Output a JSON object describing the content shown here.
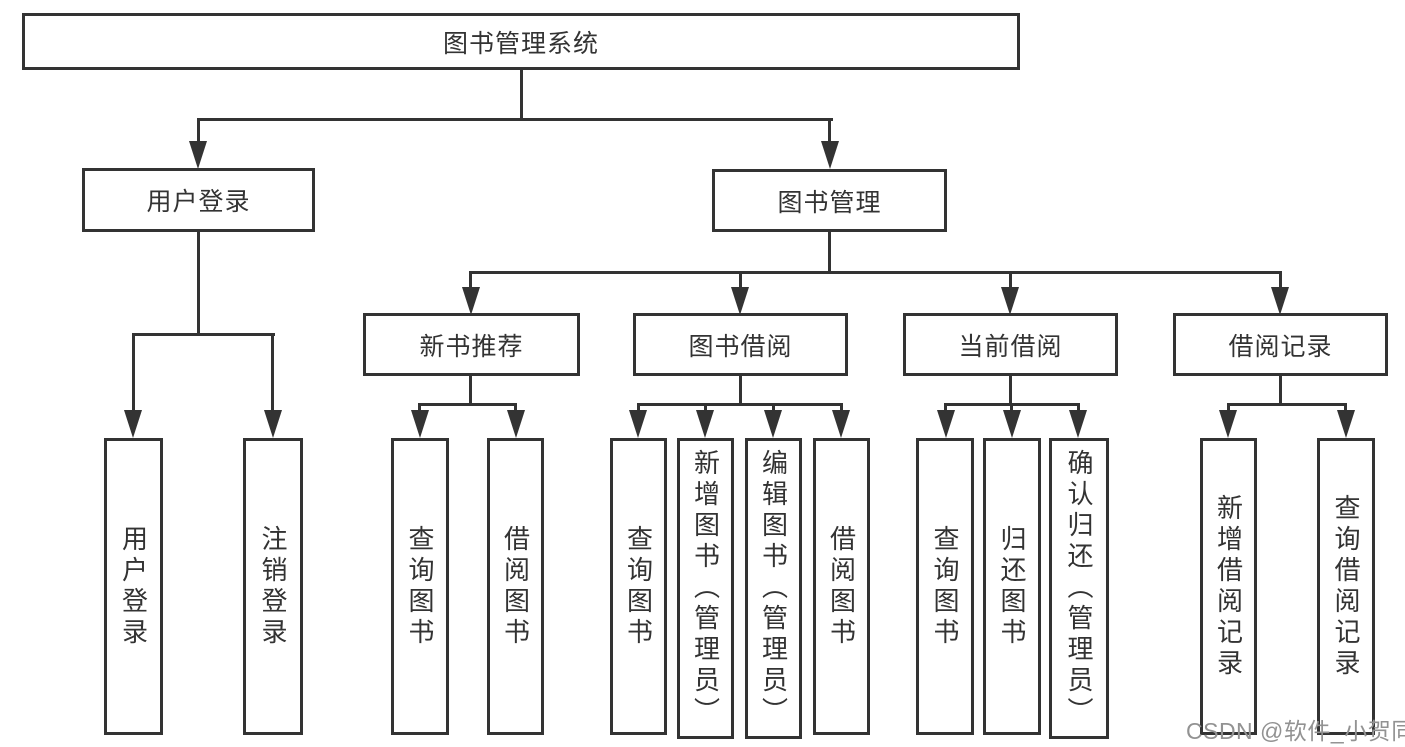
{
  "tree": {
    "root": {
      "label": "图书管理系统"
    },
    "branches": [
      {
        "label": "用户登录",
        "children": [
          {
            "label": "用户登录"
          },
          {
            "label": "注销登录"
          }
        ]
      },
      {
        "label": "图书管理",
        "groups": [
          {
            "label": "新书推荐",
            "children": [
              {
                "label": "查询图书"
              },
              {
                "label": "借阅图书"
              }
            ]
          },
          {
            "label": "图书借阅",
            "children": [
              {
                "label": "查询图书"
              },
              {
                "label": "新增图书（管理员）"
              },
              {
                "label": "编辑图书（管理员）"
              },
              {
                "label": "借阅图书"
              }
            ]
          },
          {
            "label": "当前借阅",
            "children": [
              {
                "label": "查询图书"
              },
              {
                "label": "归还图书"
              },
              {
                "label": "确认归还（管理员）"
              }
            ]
          },
          {
            "label": "借阅记录",
            "children": [
              {
                "label": "新增借阅记录"
              },
              {
                "label": "查询借阅记录"
              }
            ]
          }
        ]
      }
    ]
  },
  "watermark": {
    "text": "CSDN @软件_小贺同学"
  },
  "colors": {
    "line": "#333333",
    "text": "#333333",
    "watermark": "#929292",
    "background": "#ffffff"
  }
}
